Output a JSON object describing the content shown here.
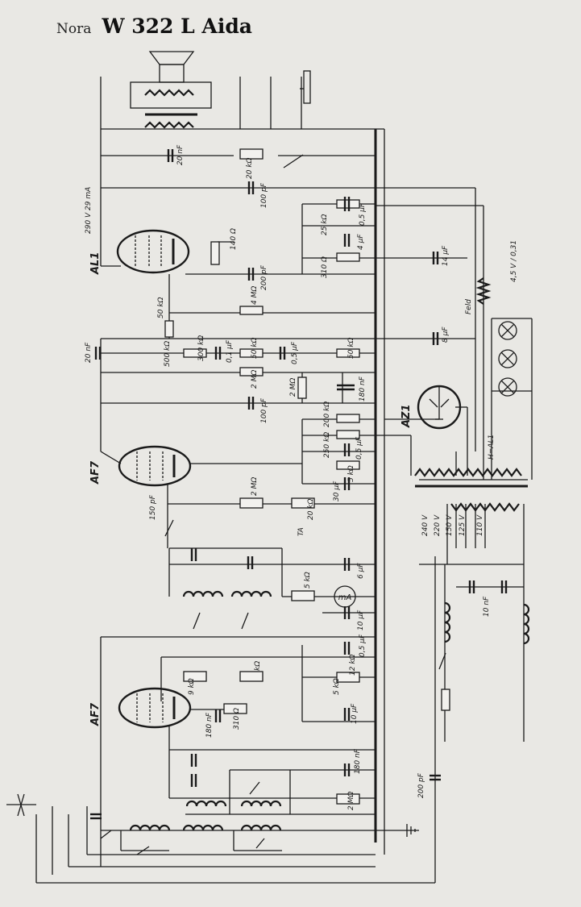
{
  "title": {
    "brand": "Nora",
    "model": "W 322 L Aida"
  },
  "tubes": {
    "output": "AL1",
    "driver": "AF7",
    "rf": "AF7",
    "rectifier": "AZ1"
  },
  "labels": {
    "anode_current": "290 V 29 mA",
    "pilot_lamp": "4,5 V / 0,31",
    "field": "Feld",
    "heater": "H=AL1",
    "pickup": "TA"
  },
  "mains_taps": [
    "240 V",
    "220 V",
    "150 V",
    "125 V",
    "110 V"
  ],
  "components": {
    "c_20nf_top": "20 nF",
    "r_20k_top": "20 kΩ",
    "c_100pf_a": "100 pF",
    "c_05uf_a": "0,5 µF",
    "r_25k": "25 kΩ",
    "c_4uf": "4 µF",
    "r_310_a": "310 Ω",
    "c_14uf": "14 µF",
    "r_140": "140 Ω",
    "c_200pf_a": "200 pF",
    "r_50k_a": "50 kΩ",
    "r_4m": "4 MΩ",
    "c_8uf": "8 µF",
    "c_20nf_left": "20 nF",
    "r_500k": "500 kΩ",
    "r_300k": "300 kΩ",
    "c_01uf": "0,1 µF",
    "r_50k_b": "50 kΩ",
    "c_05uf_b": "0,5 µF",
    "r_50k_c": "50 kΩ",
    "r_2m_a": "2 MΩ",
    "r_2m_b": "2 MΩ",
    "c_180nf_a": "180 nF",
    "c_100pf_b": "100 pF",
    "r_200k": "200 kΩ",
    "r_250k": "250 kΩ",
    "c_05uf_c": "0,5 µF",
    "r_5k_a": "5 kΩ",
    "c_30uf": "30 µF",
    "r_2m_c": "2 MΩ",
    "r_20k_b": "20 kΩ",
    "c_150pf": "150 pF",
    "c_6uf": "6 µF",
    "r_5k_b": "5 kΩ",
    "meter": "mA",
    "c_10uf_a": "10 µF",
    "c_10nf": "10 nF",
    "c_05uf_d": "0,5 µF",
    "r_9k": "9 kΩ",
    "r_kpot": "kΩ",
    "r_12k": "12 kΩ",
    "r_5k_c": "5 kΩ",
    "r_310_b": "310 Ω",
    "c_180nf_b": "180 nF",
    "c_10uf_b": "10 µF",
    "c_180nf_c": "180 nF",
    "r_2m_d": "2 MΩ",
    "c_200pf_b": "200 pF"
  }
}
